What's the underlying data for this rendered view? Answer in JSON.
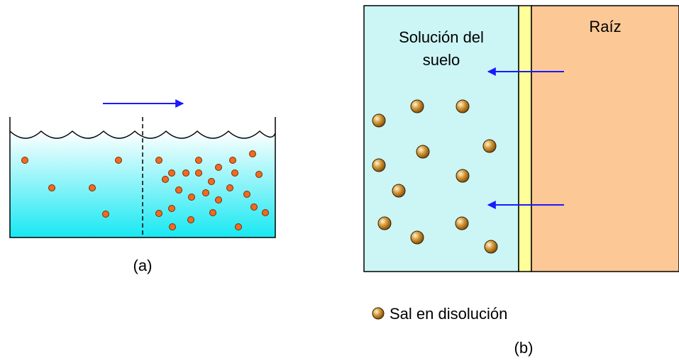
{
  "panel_a": {
    "label": "(a)",
    "colors": {
      "water_top": "#ffffff",
      "water_bottom": "#17e8f2",
      "particle": "#f26a1f",
      "arrow": "#1a1aff"
    }
  },
  "panel_b": {
    "label": "(b)",
    "soil_solution_label_line1": "Solución del",
    "soil_solution_label_line2": "suelo",
    "root_label": "Raíz",
    "colors": {
      "soil": "#ccf5f5",
      "membrane": "#ffff99",
      "root": "#fcc896",
      "particle": "#b8860b",
      "arrow": "#1a1aff"
    }
  },
  "legend": {
    "text": "Sal en disolución"
  }
}
